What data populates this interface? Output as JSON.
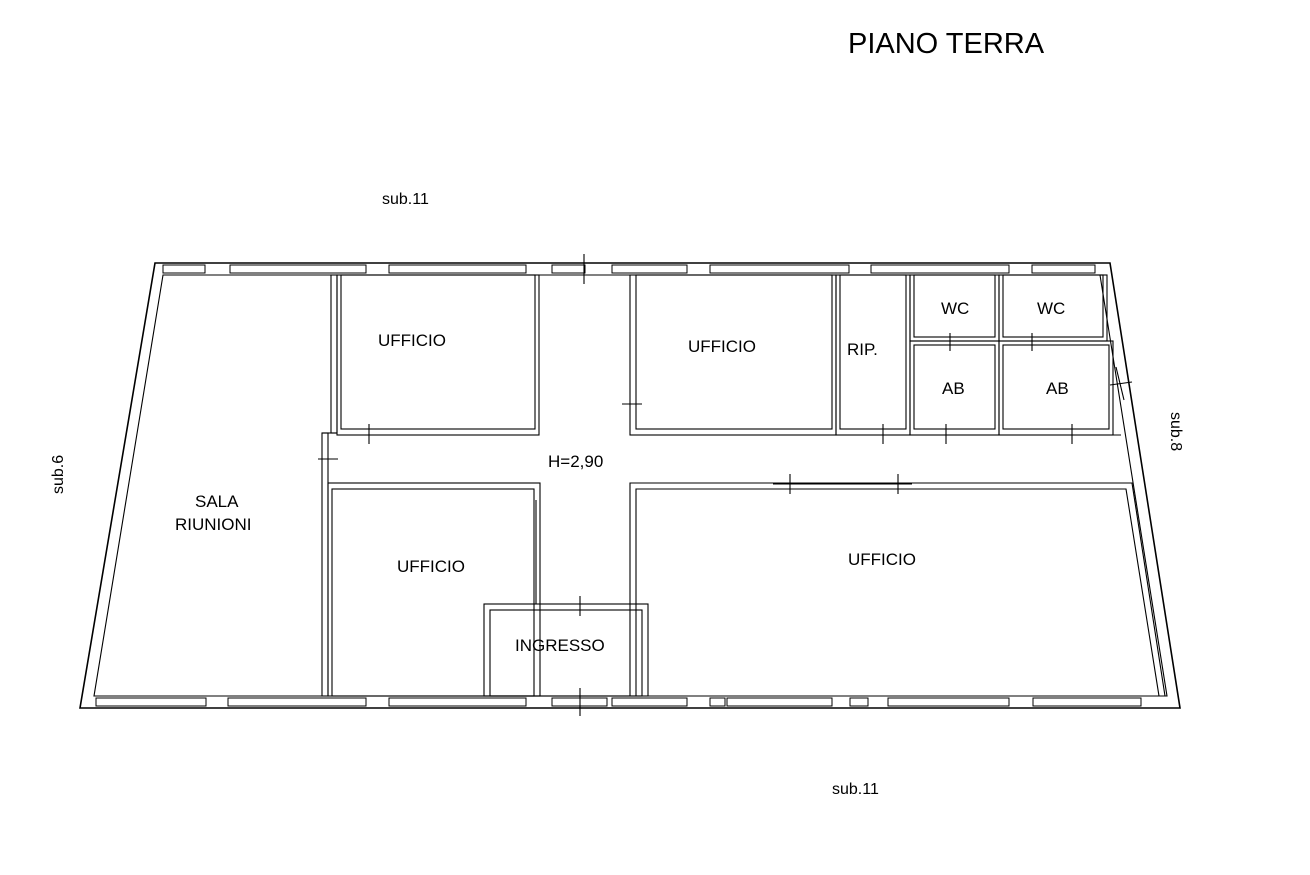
{
  "drawing": {
    "title": "PIANO TERRA",
    "height_note": "H=2,90",
    "neighbours": {
      "top": "sub.11",
      "bottom": "sub.11",
      "left": "sub.6",
      "right": "sub.8"
    },
    "rooms": {
      "sala_riunioni_line1": "SALA",
      "sala_riunioni_line2": "RIUNIONI",
      "ufficio_top_left": "UFFICIO",
      "ufficio_top_right": "UFFICIO",
      "ufficio_bottom_left": "UFFICIO",
      "ufficio_bottom_right": "UFFICIO",
      "ripostiglio": "RIP.",
      "wc_1": "WC",
      "wc_2": "WC",
      "ab_1": "AB",
      "ab_2": "AB",
      "ingresso": "INGRESSO"
    }
  }
}
